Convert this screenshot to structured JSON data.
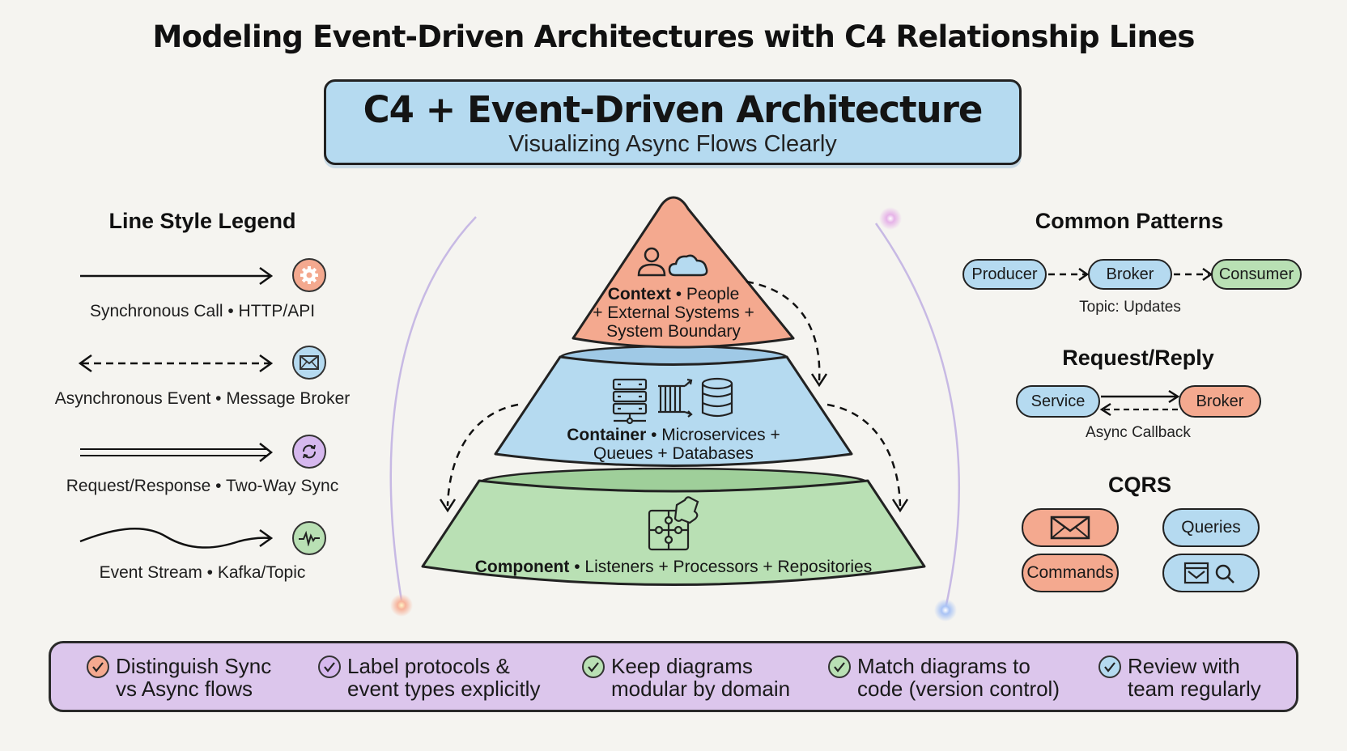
{
  "title": "Modeling Event-Driven Architectures with C4 Relationship Lines",
  "banner": {
    "title": "C4 + Event-Driven Architecture",
    "subtitle": "Visualizing Async Flows Clearly"
  },
  "legend": {
    "title": "Line Style Legend",
    "items": [
      {
        "line_style": "solid-arrow",
        "icon": "gear-icon",
        "color": "#f4a98f",
        "label": "Synchronous Call • HTTP/API"
      },
      {
        "line_style": "dashed-double-arrow",
        "icon": "envelope-icon",
        "color": "#b5daf0",
        "label": "Asynchronous Event • Message Broker"
      },
      {
        "line_style": "double-line-arrow",
        "icon": "refresh-icon",
        "color": "#d6b8ee",
        "label": "Request/Response • Two-Way Sync"
      },
      {
        "line_style": "wavy-arrow",
        "icon": "pulse-icon",
        "color": "#b9e0b4",
        "label": "Event Stream • Kafka/Topic"
      }
    ]
  },
  "pyramid": {
    "context": {
      "bold": "Context",
      "line1": " • People",
      "line2": "+ External Systems +",
      "line3": "System Boundary",
      "color": "#f4a98f"
    },
    "container": {
      "bold": "Container",
      "line1": " • Microservices +",
      "line2": "Queues + Databases",
      "color": "#b5daf0"
    },
    "component": {
      "bold": "Component",
      "line1": " • Listeners + Processors + Repositories",
      "color": "#b9e0b4"
    }
  },
  "patterns": {
    "title": "Common Patterns",
    "pubsub": {
      "producer": "Producer",
      "broker": "Broker",
      "consumer": "Consumer",
      "caption": "Topic: Updates"
    },
    "request_reply": {
      "title": "Request/Reply",
      "service": "Service",
      "broker": "Broker",
      "caption": "Async Callback"
    },
    "cqrs": {
      "title": "CQRS",
      "commands": "Commands",
      "queries": "Queries"
    }
  },
  "tips": [
    {
      "line1": "Distinguish Sync",
      "line2": "vs Async flows",
      "color": "#f4a98f"
    },
    {
      "line1": "Label protocols &",
      "line2": "event types explicitly",
      "color": "#d6b8ee"
    },
    {
      "line1": "Keep diagrams",
      "line2": "modular by domain",
      "color": "#b9e0b4"
    },
    {
      "line1": "Match diagrams to",
      "line2": "code (version control)",
      "color": "#b9e0b4"
    },
    {
      "line1": "Review with",
      "line2": "team regularly",
      "color": "#b5daf0"
    }
  ]
}
